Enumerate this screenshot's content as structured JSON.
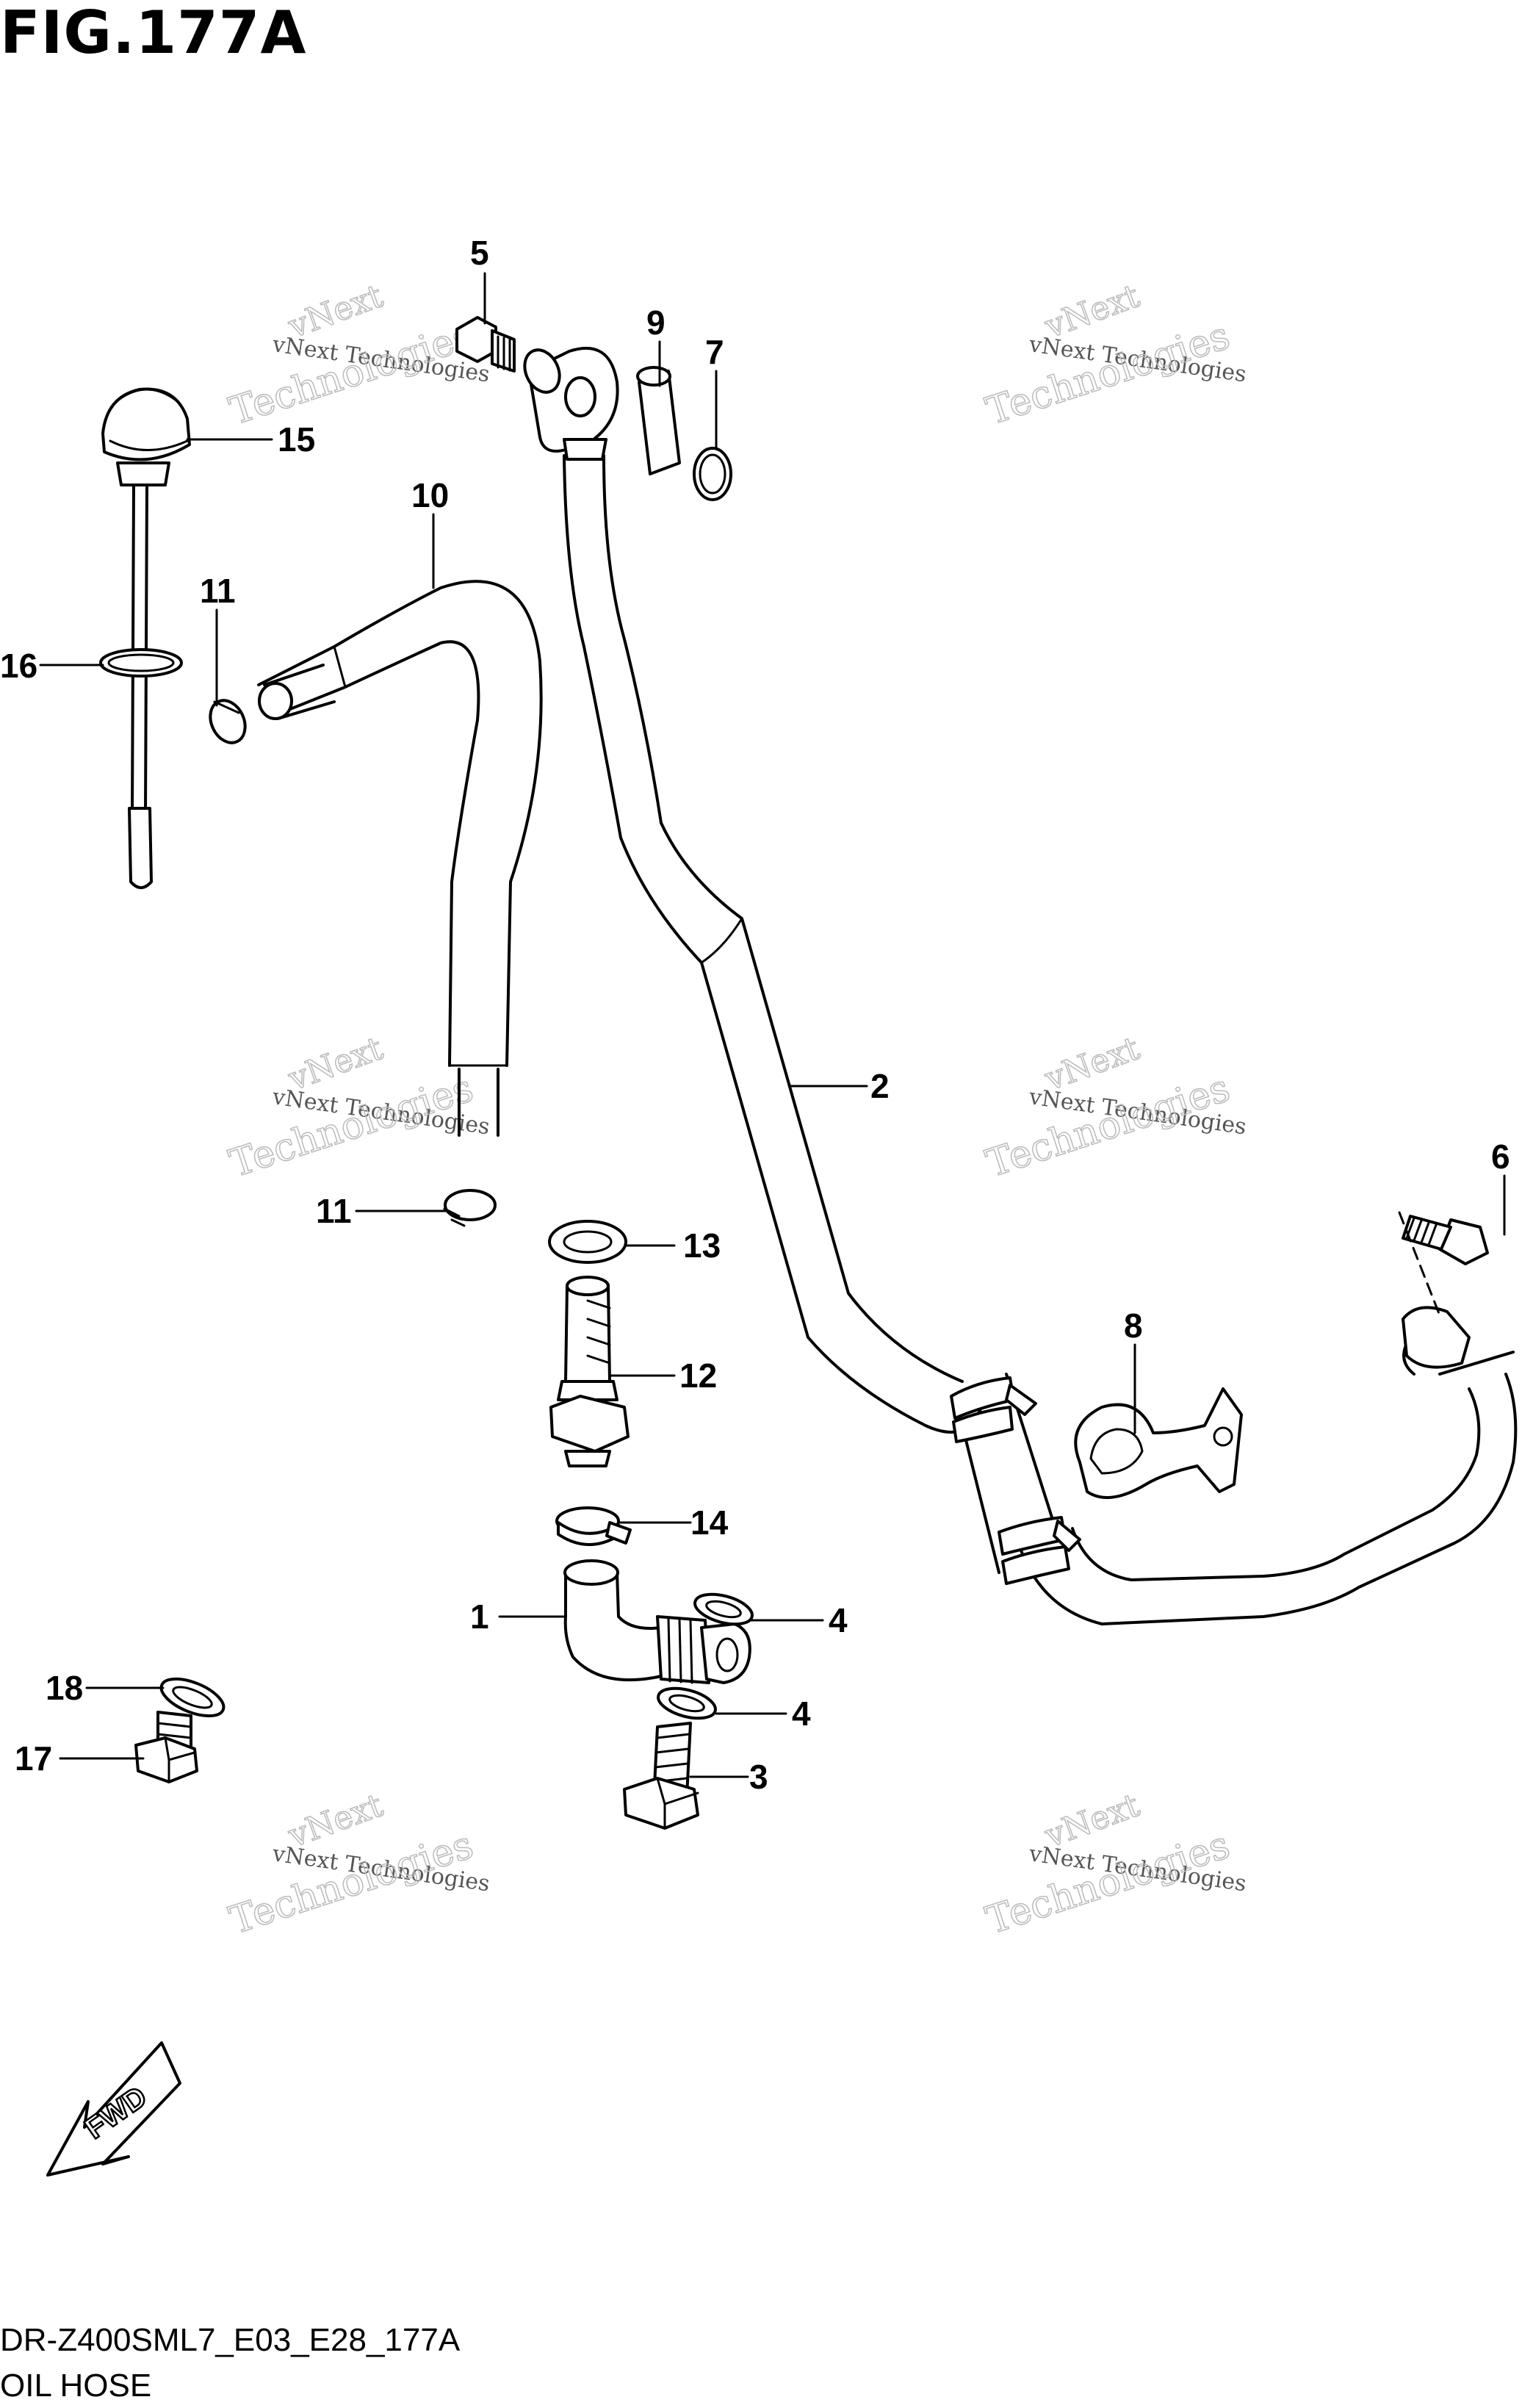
{
  "figure": {
    "title": "FIG.177A",
    "code": "DR-Z400SML7_E03_E28_177A",
    "description": "OIL HOSE"
  },
  "callouts": {
    "c1": "1",
    "c2": "2",
    "c3": "3",
    "c4a": "4",
    "c4b": "4",
    "c5": "5",
    "c6": "6",
    "c7": "7",
    "c8": "8",
    "c9": "9",
    "c10": "10",
    "c11a": "11",
    "c11b": "11",
    "c12": "12",
    "c13": "13",
    "c14": "14",
    "c15": "15",
    "c16": "16",
    "c17": "17",
    "c18": "18"
  },
  "watermark": {
    "line1": "vNext Technologies",
    "line2": "vNext",
    "line3": "Technologies"
  },
  "fwd": {
    "label": "FWD"
  }
}
